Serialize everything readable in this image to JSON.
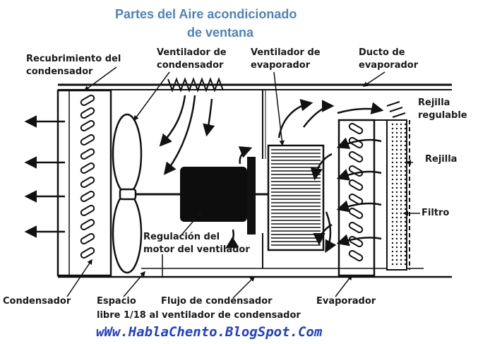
{
  "title": {
    "line1": "Partes del Aire acondicionado",
    "line2": "de ventana"
  },
  "labels": {
    "condenser_cover_1": "Recubrimiento del",
    "condenser_cover_2": "condensador",
    "condenser_fan_1": "Ventilador de",
    "condenser_fan_2": "condensador",
    "evaporator_fan_1": "Ventilador de",
    "evaporator_fan_2": "evaporador",
    "evaporator_duct_1": "Ducto de",
    "evaporator_duct_2": "evaporador",
    "adjustable_grille_1": "Rejilla",
    "adjustable_grille_2": "regulable",
    "grille": "Rejilla",
    "filter": "Filtro",
    "fan_motor_regulation_1": "Regulación del",
    "fan_motor_regulation_2": "motor del ventilador",
    "condenser": "Condensador",
    "space_1": "Espacio",
    "space_2": "libre 1/18 al ventilador de condensador",
    "condenser_flow": "Flujo de condensador",
    "evaporator": "Evaporador"
  },
  "footer": "wWw.HablaChento.BlogSpot.Com",
  "colors": {
    "title": "#4f81bd",
    "footer": "#1f3fcc",
    "ink": "#111111"
  }
}
